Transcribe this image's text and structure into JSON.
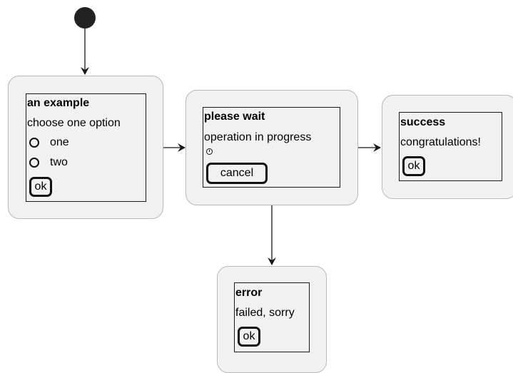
{
  "diagram": {
    "states": [
      {
        "id": "example",
        "title": "an example",
        "subtitle": "choose one option",
        "radios": [
          "one",
          "two"
        ],
        "button": "ok"
      },
      {
        "id": "wait",
        "title": "please wait",
        "subtitle": "operation in progress",
        "button": "cancel"
      },
      {
        "id": "success",
        "title": "success",
        "subtitle": "congratulations!",
        "button": "ok"
      },
      {
        "id": "error",
        "title": "error",
        "subtitle": "failed, sorry",
        "button": "ok"
      }
    ],
    "edges": [
      {
        "from": "start",
        "to": "example"
      },
      {
        "from": "example",
        "to": "wait"
      },
      {
        "from": "wait",
        "to": "success"
      },
      {
        "from": "wait",
        "to": "error"
      }
    ]
  },
  "colors": {
    "node_fill": "#f1f1f1",
    "node_border": "#b8b8b8",
    "start_node": "#222222",
    "line": "#181818"
  }
}
